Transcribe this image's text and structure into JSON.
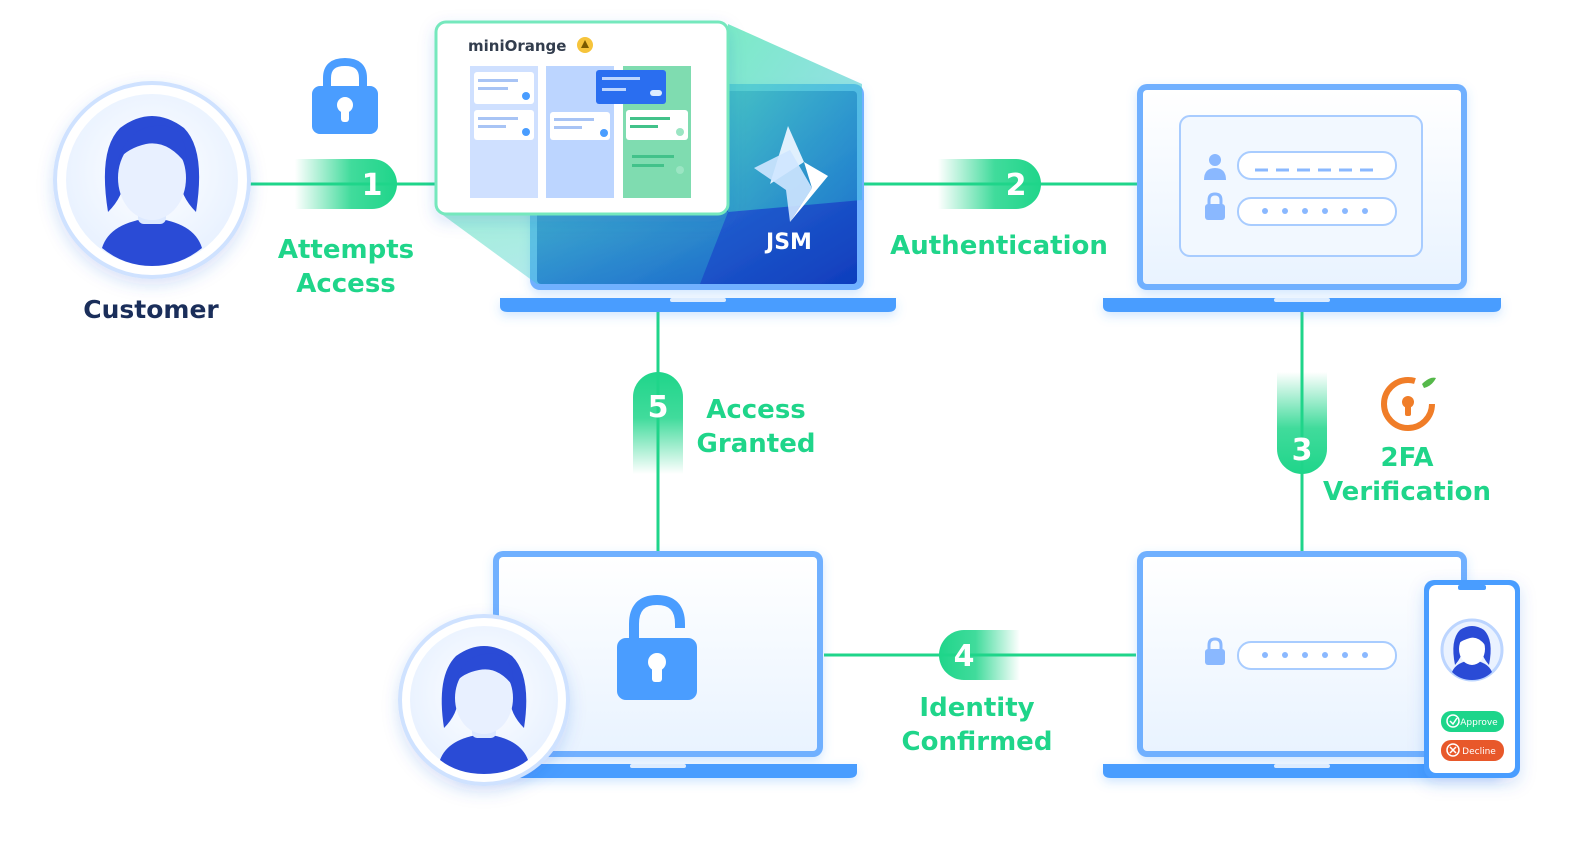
{
  "customer": {
    "label": "Customer"
  },
  "steps": [
    {
      "number": "1",
      "label_lines": [
        "Attempts",
        "Access"
      ]
    },
    {
      "number": "2",
      "label_lines": [
        "Authentication"
      ]
    },
    {
      "number": "3",
      "label_lines": [
        "2FA",
        "Verification"
      ]
    },
    {
      "number": "4",
      "label_lines": [
        "Identity",
        "Confirmed"
      ]
    },
    {
      "number": "5",
      "label_lines": [
        "Access",
        "Granted"
      ]
    }
  ],
  "jsm": {
    "brand": "miniOrange",
    "label": "JSM"
  },
  "phone": {
    "approve_label": "Approve",
    "decline_label": "Decline"
  },
  "colors": {
    "green": "#1fd58a",
    "blue": "#4a9dff",
    "navy": "#1a2e5a",
    "orange": "#f07d28",
    "decline": "#e8582c"
  },
  "icons": [
    "user-avatar-icon",
    "lock-icon",
    "unlock-icon",
    "jsm-logo-icon",
    "2fa-key-icon",
    "user-field-icon",
    "check-icon",
    "x-icon"
  ]
}
